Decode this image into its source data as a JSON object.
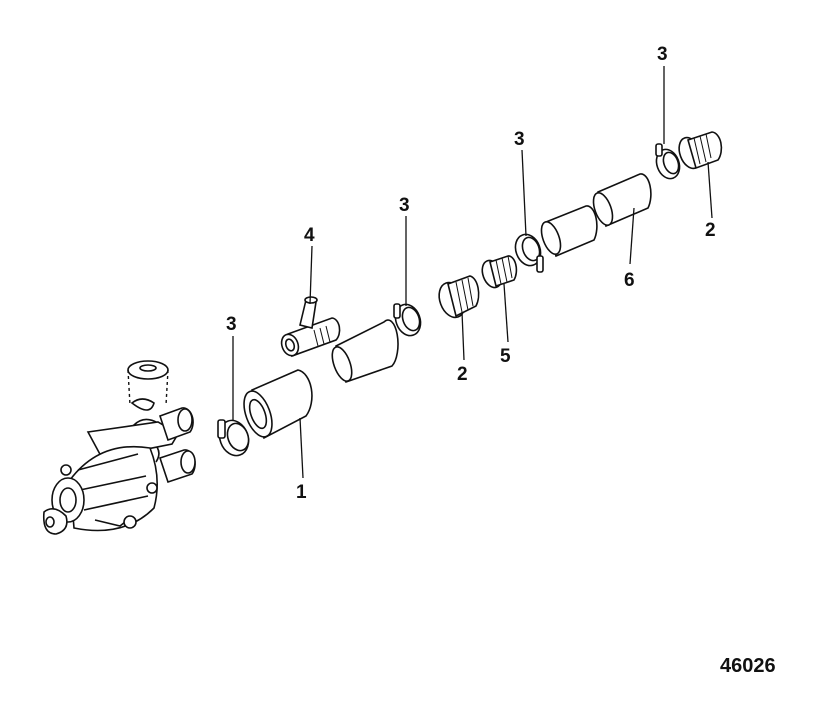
{
  "figure_number": "46026",
  "callouts": [
    {
      "id": "c1",
      "text": "1"
    },
    {
      "id": "c2a",
      "text": "2"
    },
    {
      "id": "c2b",
      "text": "2"
    },
    {
      "id": "c3a",
      "text": "3"
    },
    {
      "id": "c3b",
      "text": "3"
    },
    {
      "id": "c3c",
      "text": "3"
    },
    {
      "id": "c3d",
      "text": "3"
    },
    {
      "id": "c4",
      "text": "4"
    },
    {
      "id": "c5",
      "text": "5"
    },
    {
      "id": "c6",
      "text": "6"
    }
  ]
}
